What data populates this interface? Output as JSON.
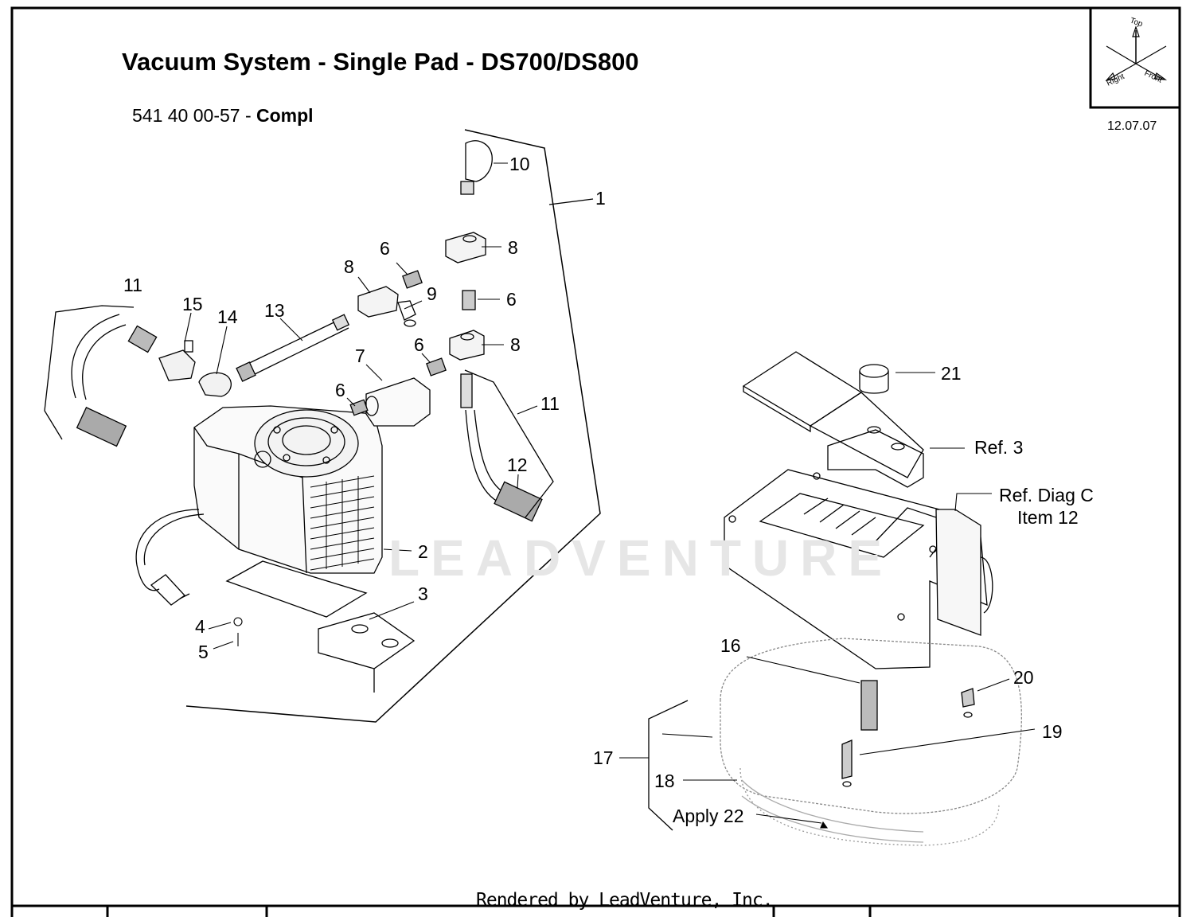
{
  "header": {
    "title": "Vacuum System - Single Pad - DS700/DS800",
    "part_number": "541 40 00-57 - ",
    "part_suffix": "Compl",
    "date": "12.07.07"
  },
  "orientation": {
    "top": "Top",
    "right": "Right",
    "front": "Front"
  },
  "watermark": "LEADVENTURE",
  "footer": "Rendered by LeadVenture, Inc.",
  "callouts": {
    "c1": "1",
    "c2": "2",
    "c3": "3",
    "c4": "4",
    "c5": "5",
    "c6a": "6",
    "c6b": "6",
    "c6c": "6",
    "c6d": "6",
    "c7": "7",
    "c8a": "8",
    "c8b": "8",
    "c8c": "8",
    "c9": "9",
    "c10": "10",
    "c11a": "11",
    "c11b": "11",
    "c12": "12",
    "c13": "13",
    "c14": "14",
    "c15": "15",
    "c16": "16",
    "c17": "17",
    "c18": "18",
    "c19": "19",
    "c20": "20",
    "c21": "21",
    "ref3": "Ref. 3",
    "refdiag": "Ref. Diag C",
    "refitem": "Item 12",
    "apply": "Apply 22"
  }
}
